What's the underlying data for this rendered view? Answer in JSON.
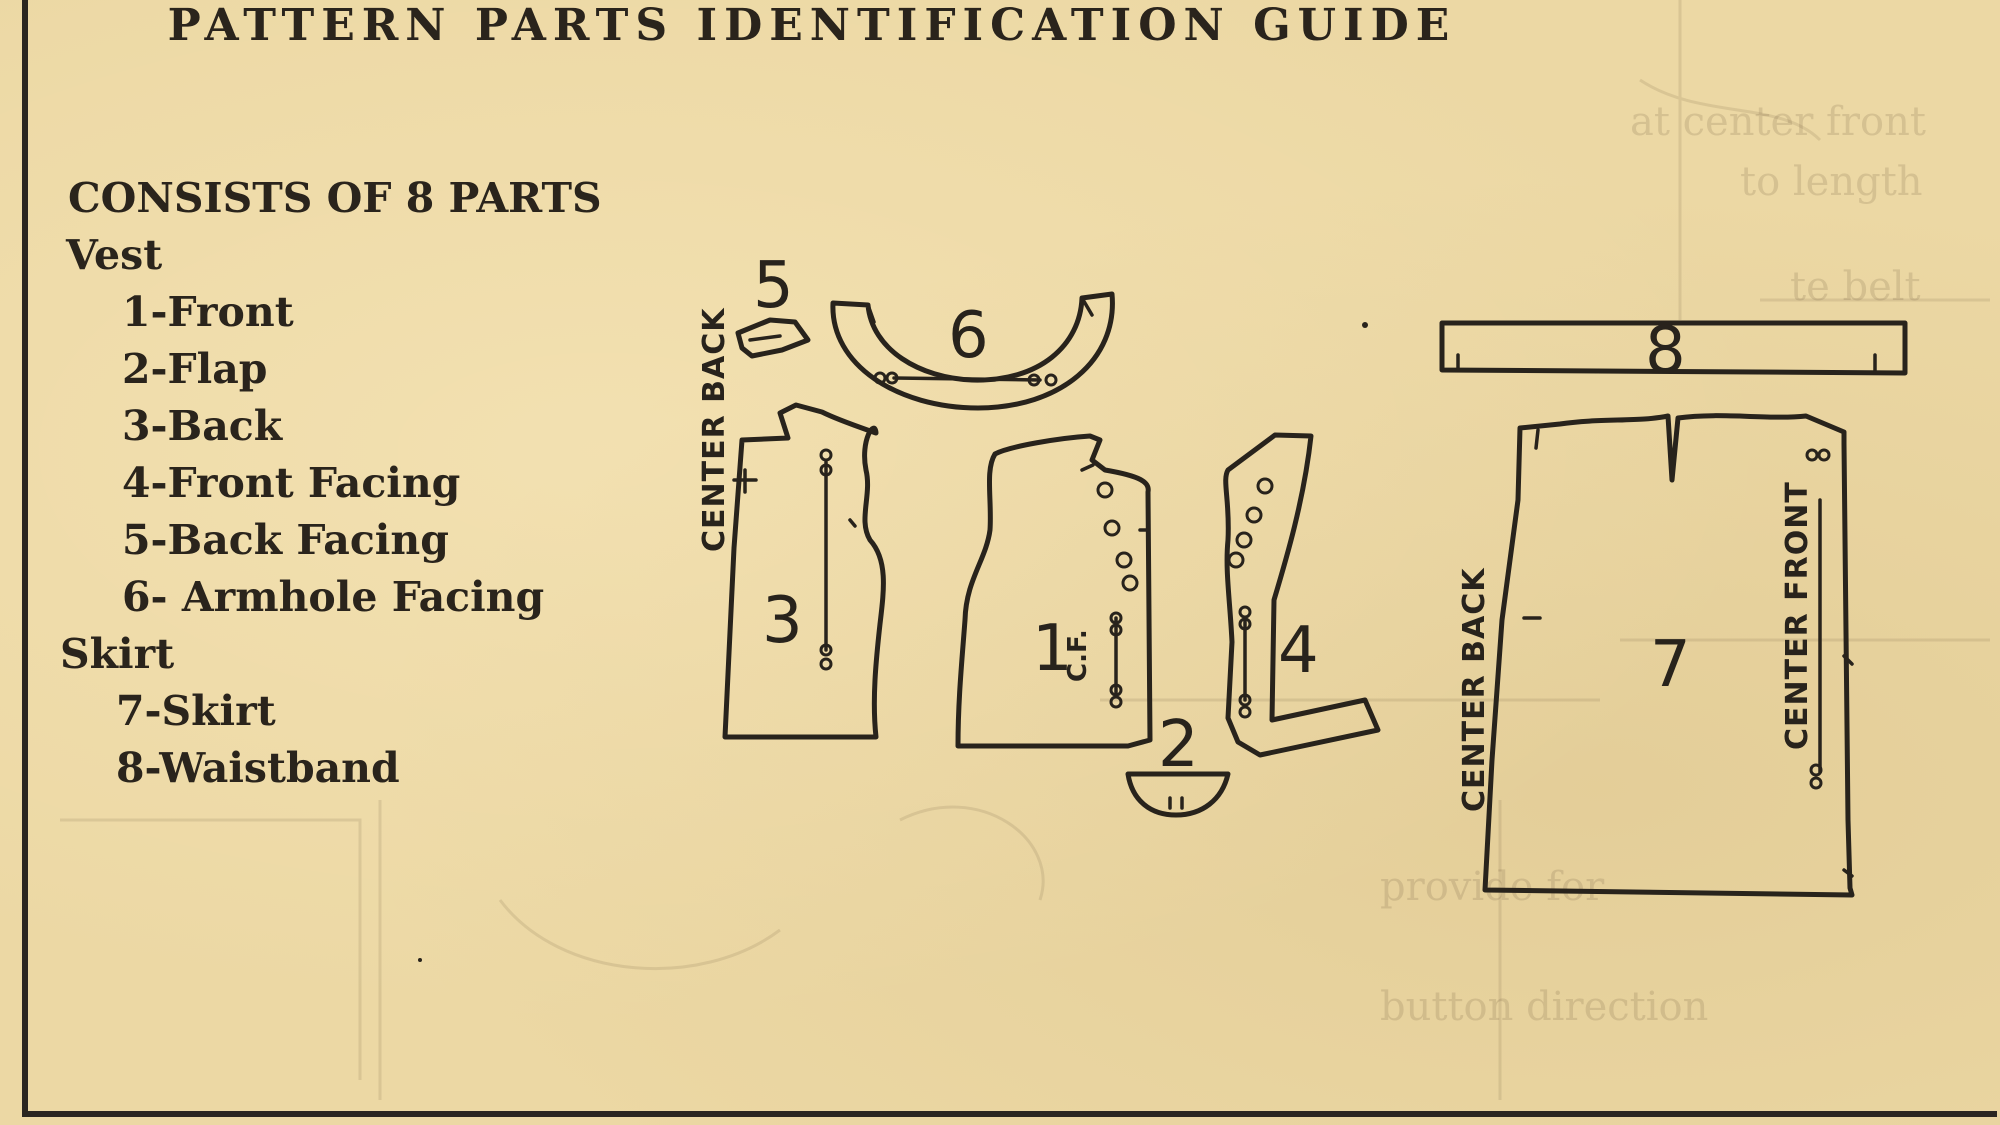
{
  "document": {
    "title": "PATTERN PARTS IDENTIFICATION GUIDE",
    "heading": "CONSISTS OF 8 PARTS",
    "groups": [
      {
        "label": "Vest",
        "items": [
          "1-Front",
          "2-Flap",
          "3-Back",
          "4-Front Facing",
          "5-Back Facing",
          "6- Armhole Facing"
        ]
      },
      {
        "label": "Skirt",
        "items": [
          "7-Skirt",
          "8-Waistband"
        ]
      }
    ]
  },
  "diagram": {
    "piece_numbers": {
      "back_facing": "5",
      "armhole_facing": "6",
      "waistband": "8",
      "back": "3",
      "front": "1",
      "front_facing": "4",
      "flap": "2",
      "skirt": "7"
    },
    "labels": {
      "center_back": "CENTER BACK",
      "center_front": "CENTER FRONT",
      "cf": "C.F."
    }
  },
  "colors": {
    "paper": "#ecd8a4",
    "ink": "#28231c"
  }
}
